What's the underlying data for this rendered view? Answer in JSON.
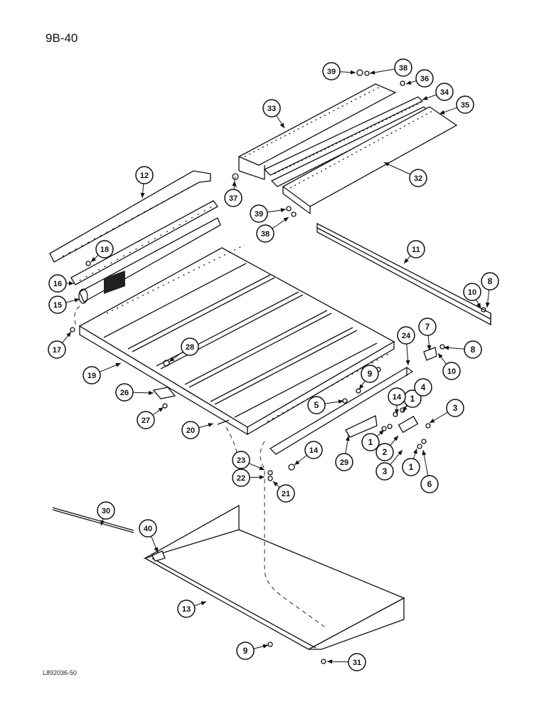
{
  "page": {
    "section_label": "9B-40",
    "drawing_code": "L892036-50"
  },
  "callouts": [
    {
      "label": "1"
    },
    {
      "label": "1"
    },
    {
      "label": "1"
    },
    {
      "label": "2"
    },
    {
      "label": "3"
    },
    {
      "label": "3"
    },
    {
      "label": "4"
    },
    {
      "label": "5"
    },
    {
      "label": "6"
    },
    {
      "label": "7"
    },
    {
      "label": "8"
    },
    {
      "label": "8"
    },
    {
      "label": "9"
    },
    {
      "label": "9"
    },
    {
      "label": "10"
    },
    {
      "label": "10"
    },
    {
      "label": "11"
    },
    {
      "label": "12"
    },
    {
      "label": "13"
    },
    {
      "label": "14"
    },
    {
      "label": "14"
    },
    {
      "label": "15"
    },
    {
      "label": "16"
    },
    {
      "label": "17"
    },
    {
      "label": "18"
    },
    {
      "label": "19"
    },
    {
      "label": "20"
    },
    {
      "label": "21"
    },
    {
      "label": "22"
    },
    {
      "label": "23"
    },
    {
      "label": "24"
    },
    {
      "label": "26"
    },
    {
      "label": "27"
    },
    {
      "label": "28"
    },
    {
      "label": "29"
    },
    {
      "label": "30"
    },
    {
      "label": "31"
    },
    {
      "label": "32"
    },
    {
      "label": "33"
    },
    {
      "label": "34"
    },
    {
      "label": "35"
    },
    {
      "label": "36"
    },
    {
      "label": "37"
    },
    {
      "label": "38"
    },
    {
      "label": "38"
    },
    {
      "label": "39"
    },
    {
      "label": "39"
    },
    {
      "label": "40"
    }
  ]
}
